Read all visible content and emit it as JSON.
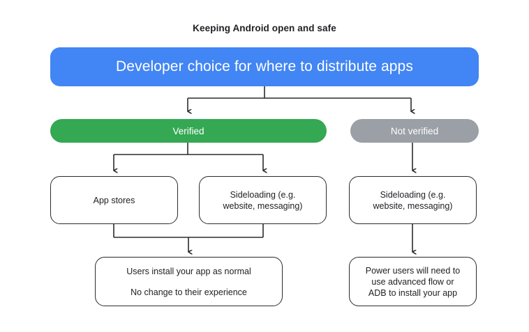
{
  "title": "Keeping Android open and safe",
  "colors": {
    "blue": "#4285F4",
    "green": "#34A853",
    "gray": "#9AA0A6",
    "outline": "#2b2b2e",
    "text": "#202124",
    "background": "#ffffff"
  },
  "nodes": {
    "root": {
      "label": "Developer choice for where to distribute apps",
      "type": "banner"
    },
    "verified": {
      "label": "Verified",
      "type": "pill"
    },
    "not_verified": {
      "label": "Not verified",
      "type": "pill"
    },
    "app_stores": {
      "label": "App stores",
      "type": "box"
    },
    "sideloading_verified": {
      "line1": "Sideloading (e.g.",
      "line2": "website, messaging)",
      "type": "box"
    },
    "sideloading_not_verified": {
      "line1": "Sideloading (e.g.",
      "line2": "website, messaging)",
      "type": "box"
    },
    "verified_outcome": {
      "line1": "Users install your app as normal",
      "line2": "No change to their experience",
      "type": "box"
    },
    "not_verified_outcome": {
      "line1": "Power users will need to",
      "line2": "use advanced flow or",
      "line3": "ADB to install your app",
      "type": "box"
    }
  },
  "flow": {
    "edges": [
      {
        "from": "root",
        "to": "verified"
      },
      {
        "from": "root",
        "to": "not_verified"
      },
      {
        "from": "verified",
        "to": "app_stores"
      },
      {
        "from": "verified",
        "to": "sideloading_verified"
      },
      {
        "from": "not_verified",
        "to": "sideloading_not_verified"
      },
      {
        "from": "app_stores",
        "to": "verified_outcome"
      },
      {
        "from": "sideloading_verified",
        "to": "verified_outcome"
      },
      {
        "from": "sideloading_not_verified",
        "to": "not_verified_outcome"
      }
    ]
  }
}
